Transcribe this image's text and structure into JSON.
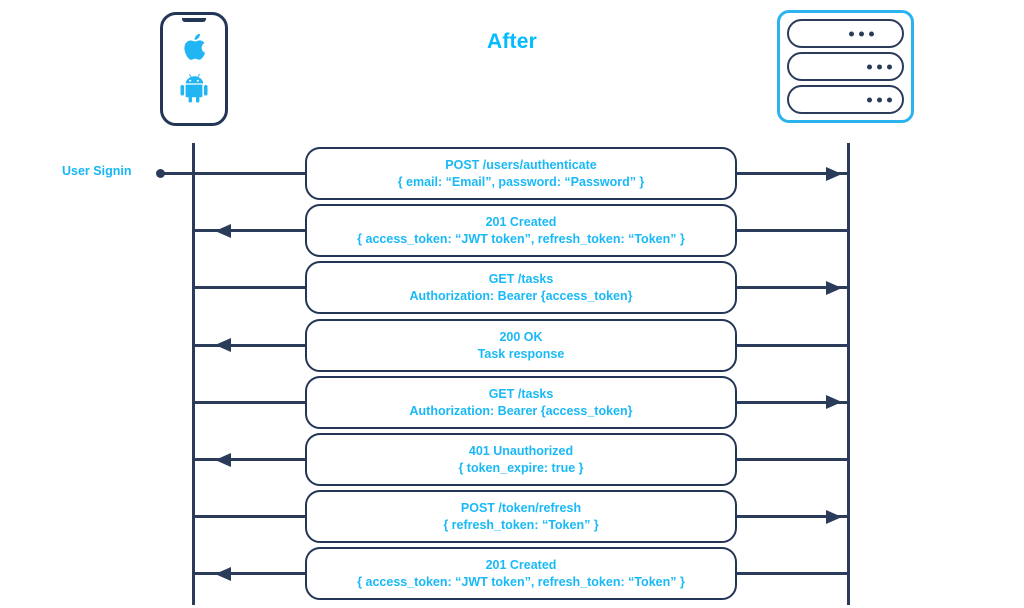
{
  "title": "After",
  "colors": {
    "accent_cyan": "#19B9F7",
    "dark_navy": "#243656",
    "server_border": "#2BB3F0"
  },
  "client": {
    "name": "mobile-device",
    "icons": [
      "apple-icon",
      "android-icon"
    ]
  },
  "server": {
    "name": "server-stack",
    "bays": [
      {
        "dots": 3
      },
      {
        "dots": 3
      },
      {
        "dots": 3
      }
    ]
  },
  "actor_label": "User Signin",
  "messages": [
    {
      "verb": "POST",
      "path": " /users/authenticate",
      "line1": "POST /users/authenticate",
      "line2": "{ email: “Email”, password: “Password” }",
      "direction": "request"
    },
    {
      "verb": "201 Created",
      "path": "",
      "line1": "201 Created",
      "line2": "{ access_token: “JWT token”, refresh_token: “Token” }",
      "direction": "response"
    },
    {
      "verb": "GET",
      "path": " /tasks",
      "line1": "GET /tasks",
      "line2": "Authorization: Bearer {access_token}",
      "direction": "request"
    },
    {
      "verb": "200 OK",
      "path": "",
      "line1": "200 OK",
      "line2": "Task response",
      "direction": "response"
    },
    {
      "verb": "GET",
      "path": " /tasks",
      "line1": "GET /tasks",
      "line2": "Authorization: Bearer {access_token}",
      "direction": "request"
    },
    {
      "verb": "401 Unauthorized",
      "path": "",
      "line1": "401 Unauthorized",
      "line2": "{ token_expire: true }",
      "direction": "response"
    },
    {
      "verb": "POST",
      "path": " /token/refresh",
      "line1": "POST /token/refresh",
      "line2": "{ refresh_token: “Token” }",
      "direction": "request"
    },
    {
      "verb": "201 Created",
      "path": "",
      "line1": "201 Created",
      "line2": "{ access_token: “JWT token”, refresh_token: “Token” }",
      "direction": "response"
    }
  ]
}
